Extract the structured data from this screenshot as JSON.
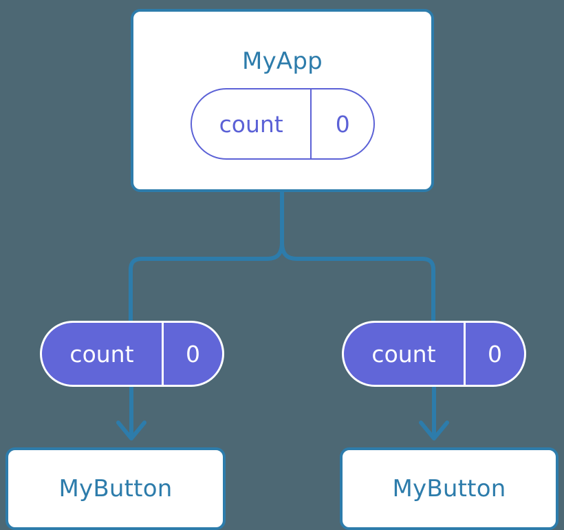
{
  "diagram": {
    "title": "MyApp component tree with shared count state",
    "background_color": "#4d6874",
    "accent_blue": "#2d7cab",
    "accent_purple": "#6166d8",
    "pill_outline_purple": "#5b61d6",
    "card_background": "#ffffff"
  },
  "nodes": {
    "root": {
      "label": "MyApp",
      "state": {
        "key": "count",
        "value": "0"
      }
    },
    "state_left": {
      "key": "count",
      "value": "0"
    },
    "state_right": {
      "key": "count",
      "value": "0"
    },
    "leaf_left": {
      "label": "MyButton"
    },
    "leaf_right": {
      "label": "MyButton"
    }
  },
  "connectors": {
    "trunk": "vertical-line-from-myapp",
    "branch_left": "elbow-to-left-state",
    "branch_right": "elbow-to-right-state",
    "arrow_left": "arrow-left-state-to-mybutton",
    "arrow_right": "arrow-right-state-to-mybutton"
  }
}
